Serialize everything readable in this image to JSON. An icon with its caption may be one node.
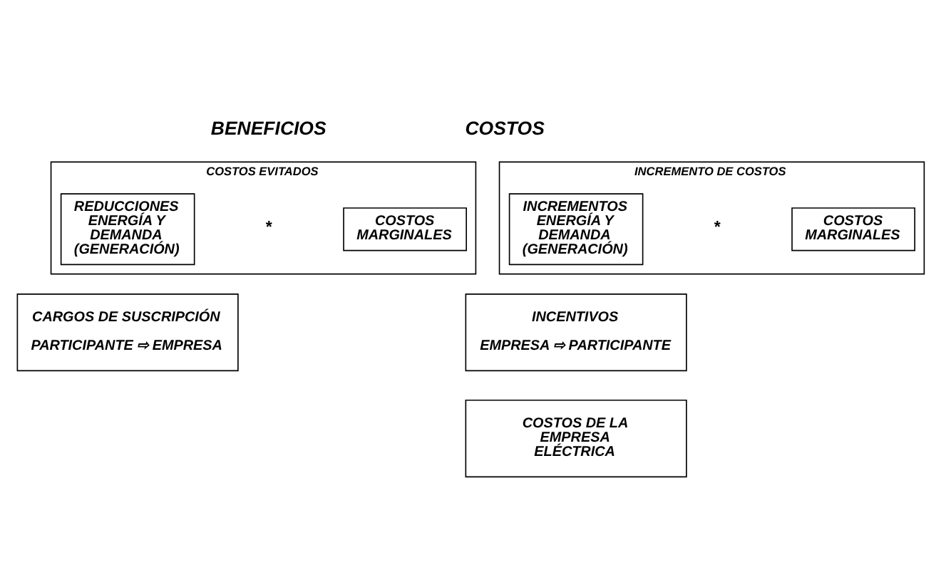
{
  "diagram": {
    "nodes": [
      {
        "text": [
          "COSTOS EVITADOS"
        ]
      },
      {
        "text": [
          "REDUCCIONES ENERGÍA Y DEMANDA (GENERACIÓN)"
        ],
        "in": 0
      },
      {
        "text": [
          "COSTOS MARGINALES"
        ],
        "in": 0
      },
      {
        "text": [
          "CARGOS DE SUSCRIPCIÓN",
          "PARTICIPANTE ⇨ EMPRESA"
        ]
      },
      {
        "text": [
          "INCREMENTO DE COSTOS"
        ]
      },
      {
        "text": [
          "INCREMENTOS ENERGÍA Y DEMANDA (GENERACIÓN)"
        ],
        "in": 4
      },
      {
        "text": [
          "COSTOS MARGINALES"
        ],
        "in": 4
      },
      {
        "text": [
          "INCENTIVOS",
          "EMPRESA ⇨ PARTICIPANTE"
        ]
      },
      {
        "text": [
          "COSTOS DE LA EMPRESA ELÉCTRICA"
        ]
      }
    ],
    "edges": [],
    "labels": [
      "BENEFICIOS",
      "COSTOS",
      "*",
      "*"
    ]
  }
}
